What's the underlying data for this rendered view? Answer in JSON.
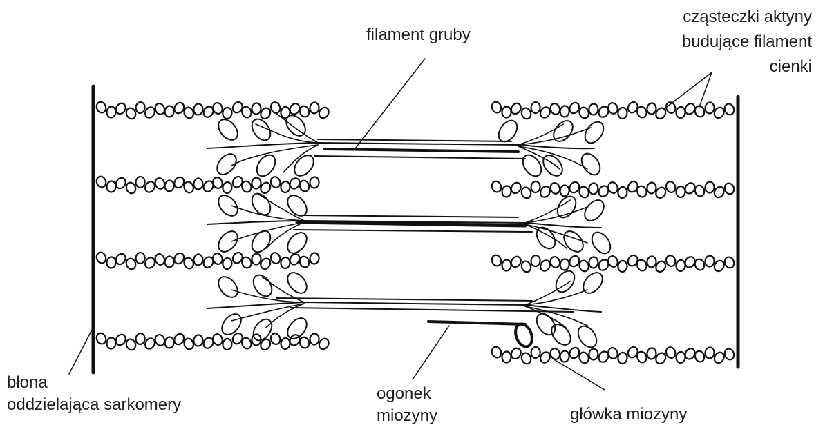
{
  "labels": {
    "thick_filament": "filament gruby",
    "actin_line1": "cząsteczki aktyny",
    "actin_line2": "budujące filament",
    "actin_line3": "cienki",
    "membrane_line1": "błona",
    "membrane_line2": "oddzielająca sarkomery",
    "tail_line1": "ogonek",
    "tail_line2": "miozyny",
    "head": "główka miozyny"
  },
  "colors": {
    "ink": "#111111",
    "text": "#1e1e1e",
    "background": "#ffffff"
  }
}
